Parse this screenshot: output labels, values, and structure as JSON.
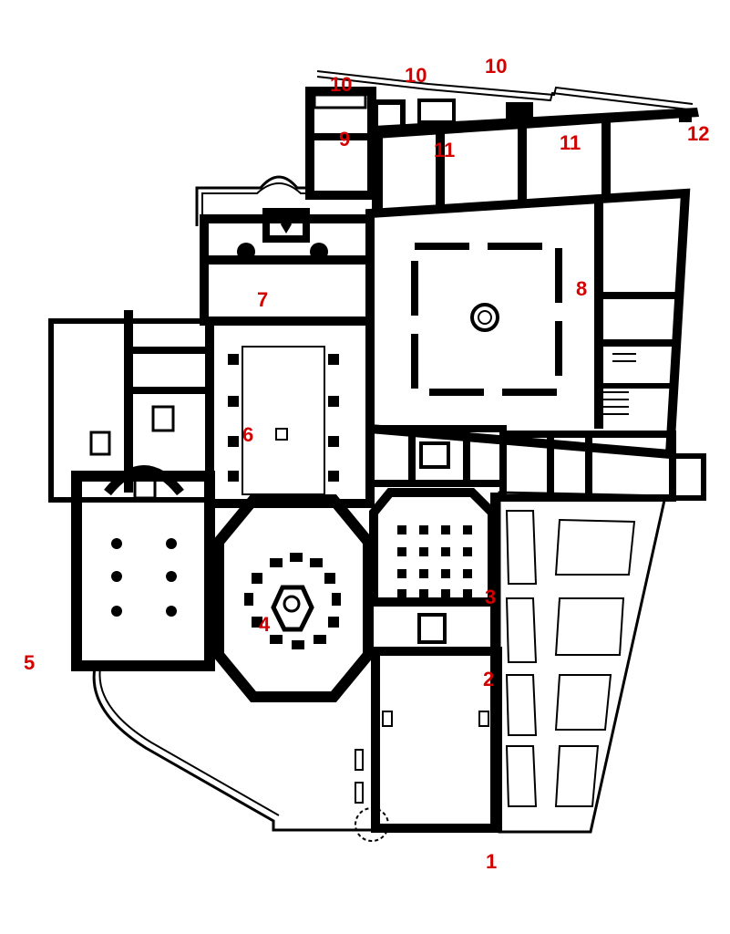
{
  "diagram": {
    "ink_color": "#000000",
    "label_color": "#d40000",
    "labels": [
      "1",
      "2",
      "3",
      "4",
      "5",
      "6",
      "7",
      "8",
      "9",
      "10",
      "10",
      "10",
      "11",
      "11",
      "12"
    ]
  }
}
